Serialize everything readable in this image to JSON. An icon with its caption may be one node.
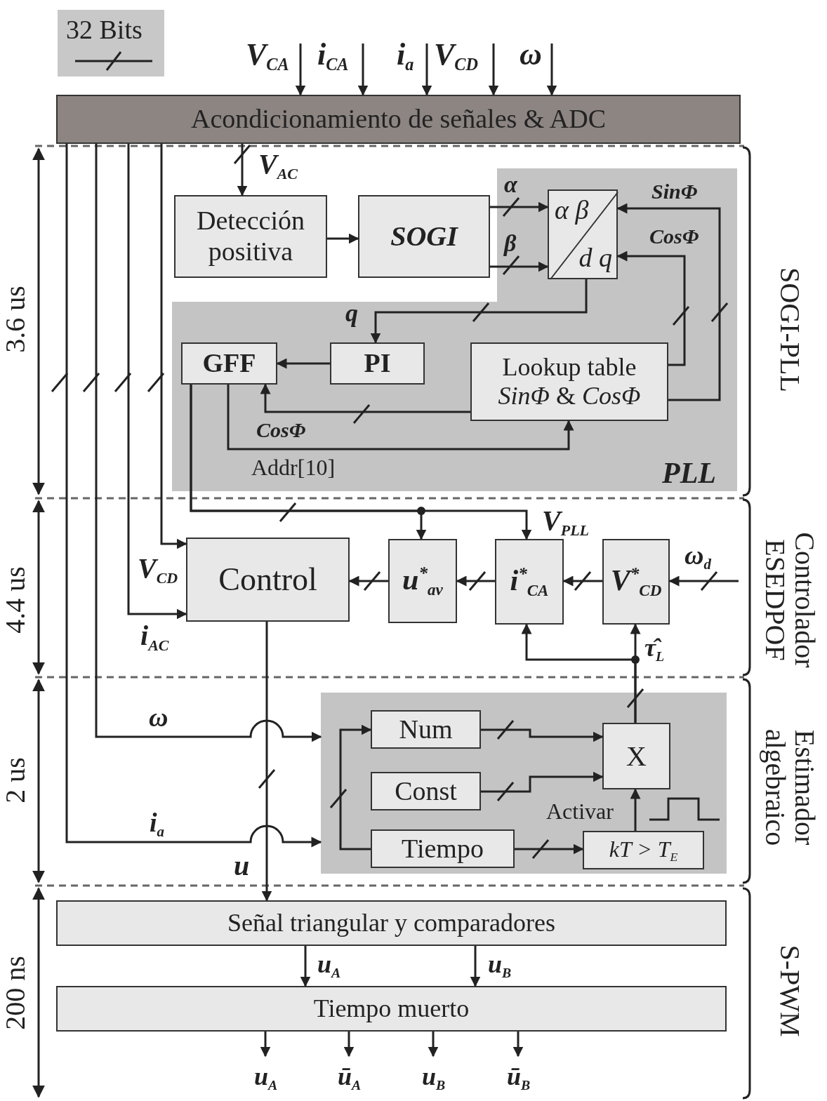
{
  "diagram": {
    "nodes": [
      {
        "text": [
          "Acondicionamiento de señales & ADC"
        ]
      },
      {
        "text": [
          "PLL"
        ]
      },
      {
        "text": [
          "Detección positiva"
        ]
      },
      {
        "text": [
          "SOGI"
        ]
      },
      {
        "text": [
          "α β",
          "d q"
        ],
        "in": 1
      },
      {
        "text": [
          "PI"
        ],
        "in": 1
      },
      {
        "text": [
          "GFF"
        ],
        "in": 1
      },
      {
        "text": [
          "Lookup table",
          "*SinΦ* & *CosΦ*"
        ],
        "in": 1
      },
      {
        "text": [
          "Control"
        ]
      },
      {
        "text": [
          "u$^{*}$$_{av}$"
        ]
      },
      {
        "text": [
          "i$^{*}$$_{CA}$"
        ]
      },
      {
        "text": [
          "V$^{*}$$_{CD}$"
        ]
      },
      {
        "text": [],
        "shape": "box"
      },
      {
        "text": [
          "Num"
        ],
        "in": 12
      },
      {
        "text": [
          "Const"
        ],
        "in": 12
      },
      {
        "text": [
          "X"
        ],
        "in": 12
      },
      {
        "text": [
          "Tiempo"
        ],
        "in": 12
      },
      {
        "text": [
          "kT > T$_{E}$"
        ],
        "in": 12
      },
      {
        "text": [
          "Señal triangular y comparadores"
        ]
      },
      {
        "text": [
          "Tiempo muerto"
        ]
      }
    ],
    "edges": [
      {
        "from": null,
        "to": 0,
        "arrow": "to",
        "label": "V$_{CA}$"
      },
      {
        "from": null,
        "to": 0,
        "arrow": "to",
        "label": "i$_{CA}$"
      },
      {
        "from": null,
        "to": 0,
        "arrow": "to",
        "label": "i$_{a}$"
      },
      {
        "from": null,
        "to": 0,
        "arrow": "to",
        "label": "V$_{CD}$"
      },
      {
        "from": null,
        "to": 0,
        "arrow": "to",
        "label": "ω"
      },
      {
        "from": 0,
        "to": 2,
        "arrow": "to",
        "label": "V$_{AC}$"
      },
      {
        "from": 2,
        "to": 3,
        "arrow": "to"
      },
      {
        "from": 3,
        "to": 4,
        "arrow": "to",
        "label": "α"
      },
      {
        "from": 3,
        "to": 4,
        "arrow": "to",
        "label": "β"
      },
      {
        "from": 4,
        "to": 5,
        "arrow": "to",
        "label": "q"
      },
      {
        "from": 5,
        "to": 6,
        "arrow": "to"
      },
      {
        "from": 7,
        "to": 4,
        "arrow": "to",
        "label": "SinΦ"
      },
      {
        "from": 7,
        "to": 4,
        "arrow": "to",
        "label": "CosΦ"
      },
      {
        "from": 7,
        "to": 6,
        "arrow": "to",
        "label": "CosΦ"
      },
      {
        "from": 6,
        "to": 7,
        "arrow": "to",
        "label": "Addr[10]"
      },
      {
        "from": 6,
        "to": 10,
        "arrow": "to",
        "label": "V$_{PLL}$"
      },
      {
        "from": 6,
        "to": 9,
        "arrow": "to"
      },
      {
        "from": 0,
        "to": 8,
        "arrow": "to",
        "label": "V$_{CD}$"
      },
      {
        "from": 0,
        "to": 8,
        "arrow": "to",
        "label": "i$_{AC}$"
      },
      {
        "from": 0,
        "to": 12,
        "arrow": "to",
        "label": "ω"
      },
      {
        "from": 0,
        "to": 12,
        "arrow": "to",
        "label": "i$_{a}$"
      },
      {
        "from": 9,
        "to": 8,
        "arrow": "to"
      },
      {
        "from": 10,
        "to": 9,
        "arrow": "to"
      },
      {
        "from": 11,
        "to": 10,
        "arrow": "to"
      },
      {
        "from": null,
        "to": 11,
        "arrow": "to",
        "label": "ω$_{d}$"
      },
      {
        "from": 15,
        "to": 11,
        "arrow": "to",
        "label": "τ̂$_{L}$"
      },
      {
        "from": 15,
        "to": 10,
        "arrow": "to"
      },
      {
        "from": 8,
        "to": 18,
        "arrow": "to",
        "label": "u"
      },
      {
        "from": 16,
        "to": 13,
        "arrow": "to"
      },
      {
        "from": 13,
        "to": 15,
        "arrow": "to"
      },
      {
        "from": 14,
        "to": 15,
        "arrow": "to"
      },
      {
        "from": 16,
        "to": 17,
        "arrow": "to"
      },
      {
        "from": 17,
        "to": 15,
        "arrow": "to",
        "label": "Activar"
      },
      {
        "from": 18,
        "to": 19,
        "arrow": "to",
        "label": "u$_{A}$"
      },
      {
        "from": 18,
        "to": 19,
        "arrow": "to",
        "label": "u$_{B}$"
      },
      {
        "from": 19,
        "to": null,
        "arrow": "to",
        "label": "u$_{A}$"
      },
      {
        "from": 19,
        "to": null,
        "arrow": "to",
        "label": "ū$_{A}$"
      },
      {
        "from": 19,
        "to": null,
        "arrow": "to",
        "label": "u$_{B}$"
      },
      {
        "from": 19,
        "to": null,
        "arrow": "to",
        "label": "ū$_{B}$"
      }
    ],
    "labels": [
      "3.6 us",
      "SOGI-PLL",
      "4.4 us",
      "Controlador ESEDPOF",
      "2 us",
      "Estimador algebraico",
      "200 ns",
      "S-PWM"
    ],
    "legend": [
      {
        "text": "32 Bits"
      }
    ]
  }
}
